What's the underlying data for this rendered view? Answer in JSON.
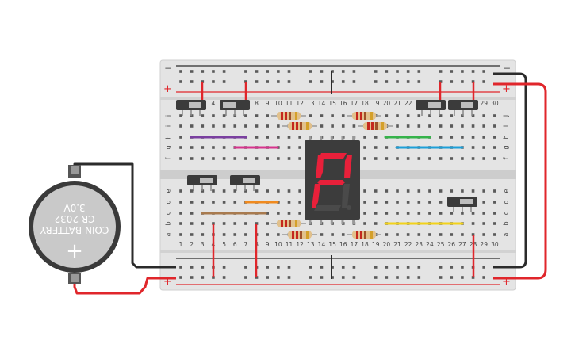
{
  "battery": {
    "line1": "COIN BATTERY",
    "line2": "CR 2032",
    "line3": "3.0V",
    "plus_sign": "+"
  },
  "breadboard": {
    "rail_minus": "−",
    "rail_plus": "+",
    "columns": [
      "1",
      "2",
      "3",
      "4",
      "5",
      "6",
      "7",
      "8",
      "9",
      "10",
      "11",
      "12",
      "13",
      "14",
      "15",
      "16",
      "17",
      "18",
      "19",
      "20",
      "21",
      "22",
      "23",
      "24",
      "25",
      "26",
      "27",
      "28",
      "29",
      "30"
    ],
    "rows_top": [
      "j",
      "i",
      "h",
      "g",
      "f"
    ],
    "rows_bottom": [
      "e",
      "d",
      "c",
      "b",
      "a"
    ]
  },
  "display": {
    "segments_lit": [
      "a",
      "b",
      "e",
      "f",
      "g"
    ],
    "segment_color": "#e8203a",
    "segment_off_color": "#4a4a4a"
  },
  "colors": {
    "wire_red": "#e0262b",
    "wire_black": "#2b2b2b",
    "purple": "#7a3fa0",
    "magenta": "#d6338c",
    "green": "#35b34a",
    "cyan": "#1e9fd8",
    "brown": "#a87a4e",
    "orange": "#f08a1e",
    "yellow": "#f2d21b"
  }
}
